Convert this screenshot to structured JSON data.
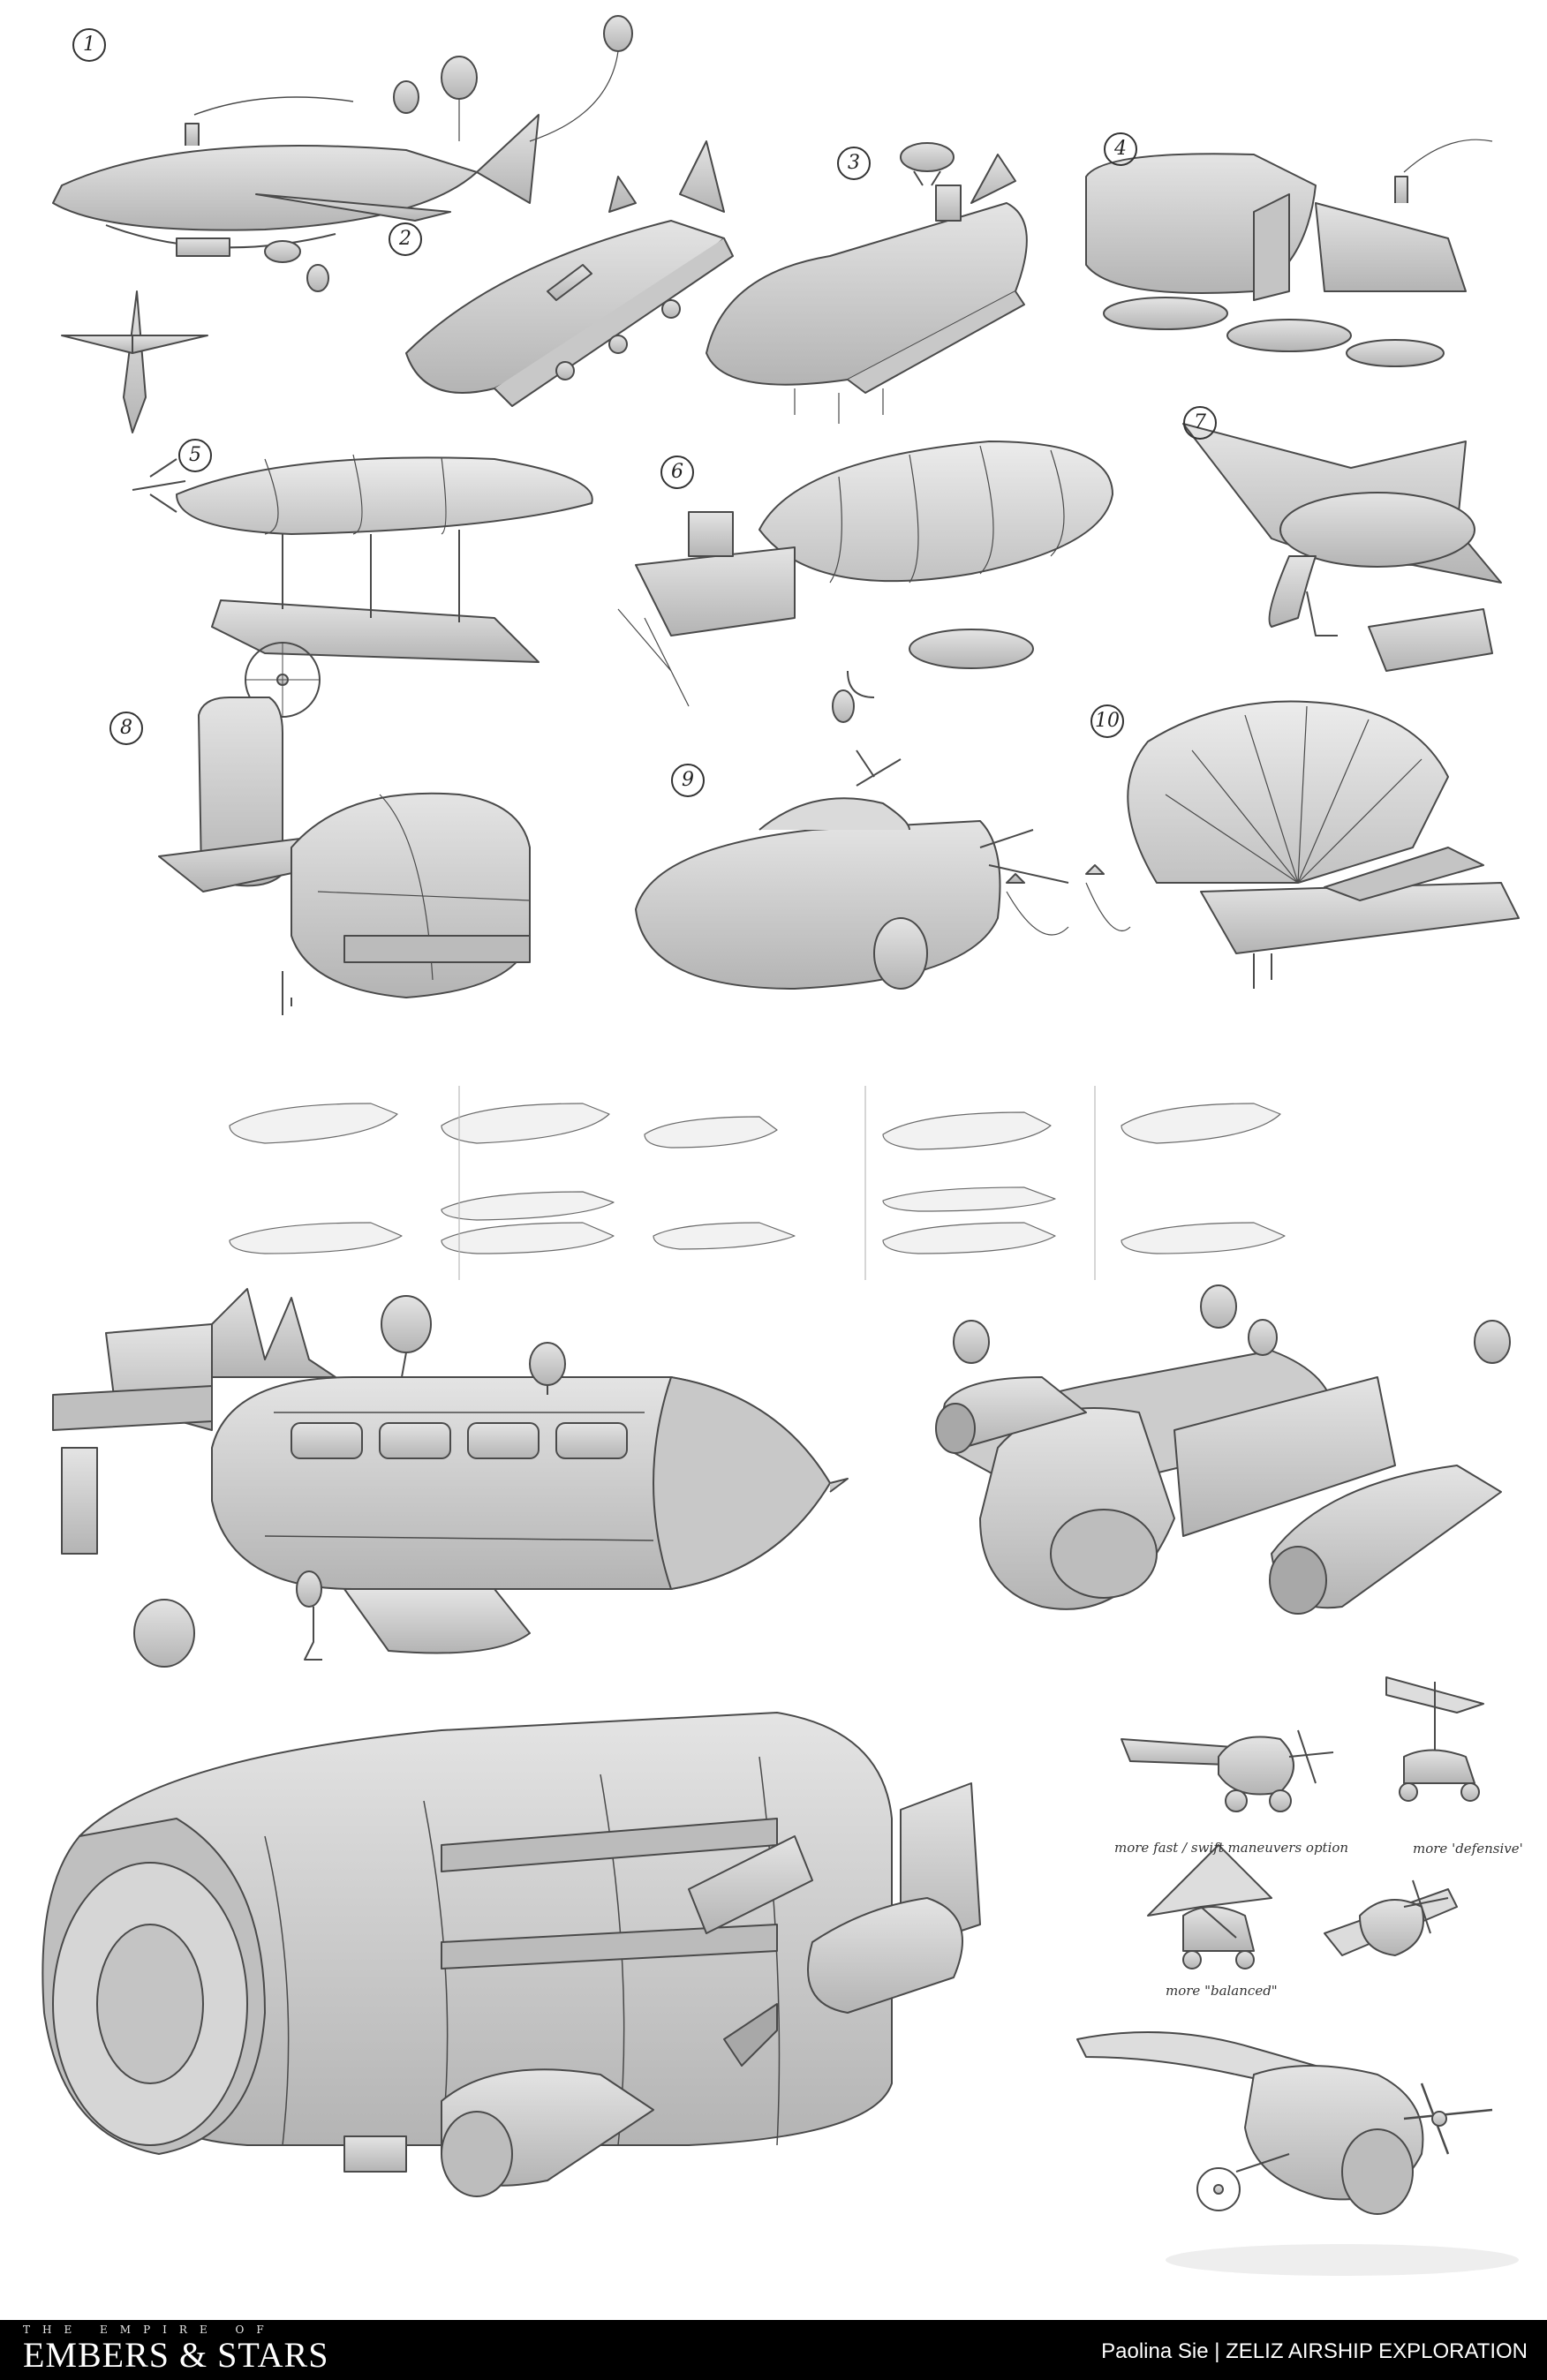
{
  "sketch_numbers": [
    "1",
    "2",
    "3",
    "4",
    "5",
    "6",
    "7",
    "8",
    "9",
    "10"
  ],
  "notes": {
    "fast": "more fast / swift maneuvers option",
    "defensive": "more 'defensive'",
    "balanced": "more \"balanced\""
  },
  "footer": {
    "brand_top": "THE EMPIRE OF",
    "brand_main": "EMBERS & STARS",
    "credit": "Paolina Sie | ZELIZ AIRSHIP EXPLORATION"
  },
  "colors": {
    "hull": "#d0d0d0",
    "line": "#4a4a4a",
    "footer_bg": "#000000"
  }
}
